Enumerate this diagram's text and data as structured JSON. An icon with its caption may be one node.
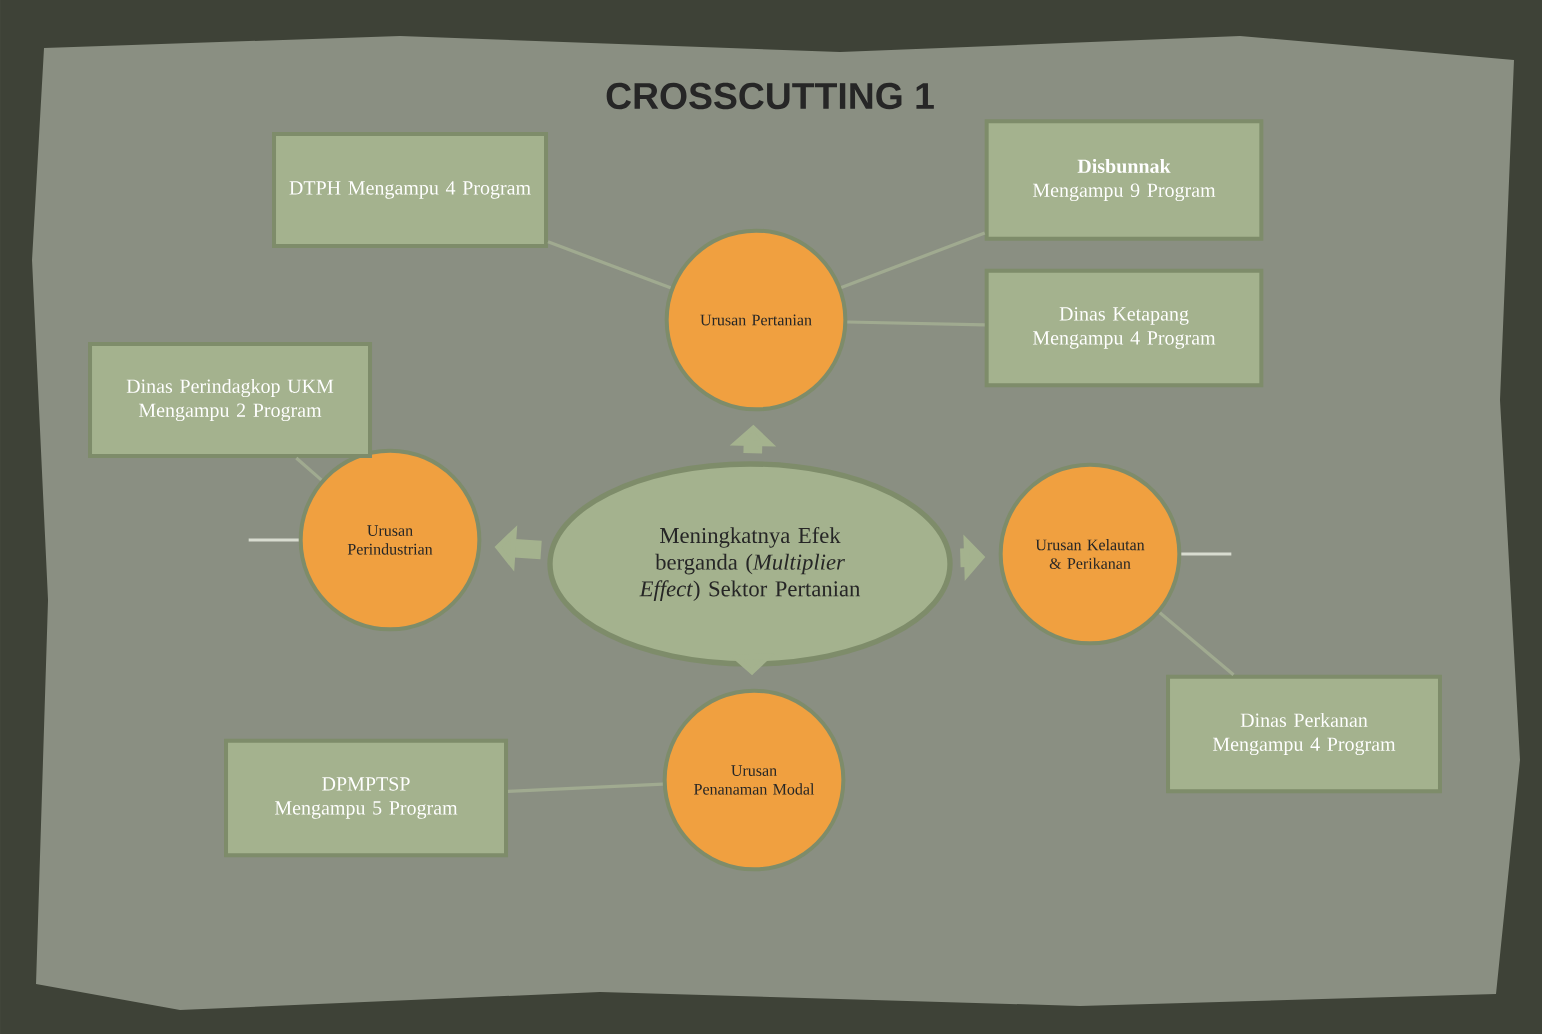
{
  "diagram": {
    "title": "CROSSCUTTING 1",
    "nodes": [
      {
        "text": [
          "Meningkatnya Efek berganda (*Multiplier Effect*) Sektor Pertanian"
        ]
      },
      {
        "text": [
          "Urusan Pertanian"
        ]
      },
      {
        "text": [
          "Urusan Perindustrian"
        ]
      },
      {
        "text": [
          "Urusan Kelautan & Perikanan"
        ]
      },
      {
        "text": [
          "Urusan Penanaman Modal"
        ]
      },
      {
        "text": [
          "DTPH Mengampu 4 Program"
        ]
      },
      {
        "text": [
          "**Disbunnak** Mengampu 9 Program"
        ]
      },
      {
        "text": [
          "Dinas Ketapang Mengampu 4 Program"
        ]
      },
      {
        "text": [
          "Dinas Perindagkop UKM Mengampu 2 Program"
        ]
      },
      {
        "text": [
          "Dinas Perkanan Mengampu 4 Program"
        ]
      },
      {
        "text": [
          "DPMPTSP Mengampu 5 Program"
        ]
      }
    ],
    "edges": [
      {
        "from": 0,
        "to": 1,
        "arrow": "to",
        "style": "thick"
      },
      {
        "from": 0,
        "to": 2,
        "arrow": "to",
        "style": "thick"
      },
      {
        "from": 0,
        "to": 3,
        "arrow": "to",
        "style": "thick"
      },
      {
        "from": 0,
        "to": 4,
        "arrow": "to",
        "style": "thick"
      },
      {
        "from": 5,
        "to": 1,
        "arrow": "none"
      },
      {
        "from": 6,
        "to": 1,
        "arrow": "none"
      },
      {
        "from": 7,
        "to": 1,
        "arrow": "none"
      },
      {
        "from": 8,
        "to": 2,
        "arrow": "none"
      },
      {
        "from": 9,
        "to": 3,
        "arrow": "none"
      },
      {
        "from": 10,
        "to": 4,
        "arrow": "none"
      },
      {
        "from": 2,
        "to": null,
        "arrow": "none",
        "color": "#d8dcd0"
      },
      {
        "from": 3,
        "to": null,
        "arrow": "none",
        "color": "#d8dcd0"
      }
    ]
  }
}
